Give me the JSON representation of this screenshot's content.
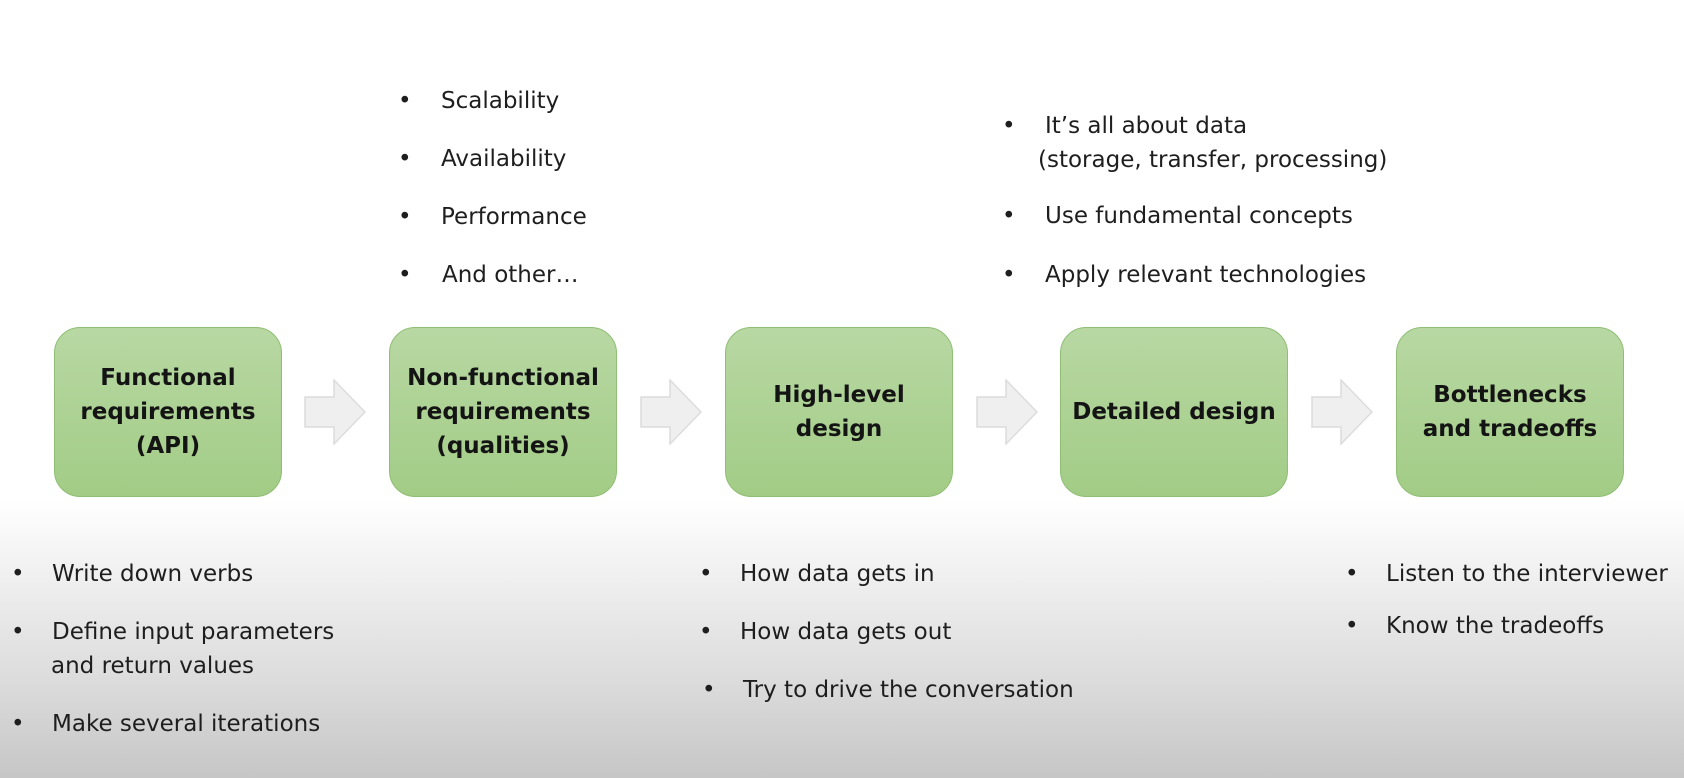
{
  "boxes": [
    {
      "label": "Functional\nrequirements\n(API)"
    },
    {
      "label": "Non-functional\nrequirements\n(qualities)"
    },
    {
      "label": "High-level\ndesign"
    },
    {
      "label": "Detailed design"
    },
    {
      "label": "Bottlenecks\nand tradeoffs"
    }
  ],
  "top_notes": {
    "nonfunctional": [
      "Scalability",
      "Availability",
      "Performance",
      "And other…"
    ],
    "detailed": [
      "It’s all about data",
      "(storage, transfer, processing)",
      "Use fundamental concepts",
      "Apply relevant technologies"
    ]
  },
  "bottom_notes": {
    "functional": [
      "Write down verbs",
      "Define input parameters",
      "and return values",
      "Make several iterations"
    ],
    "highlevel": [
      "How data gets in",
      "How data gets out",
      "Try to drive the conversation"
    ],
    "bottlenecks": [
      "Listen to the interviewer",
      "Know the tradeoffs"
    ]
  },
  "bullet_symbol": "•",
  "colors": {
    "box_fill": "#a8d08d",
    "box_border": "#8fbe74",
    "arrow_fill": "#efefef"
  }
}
